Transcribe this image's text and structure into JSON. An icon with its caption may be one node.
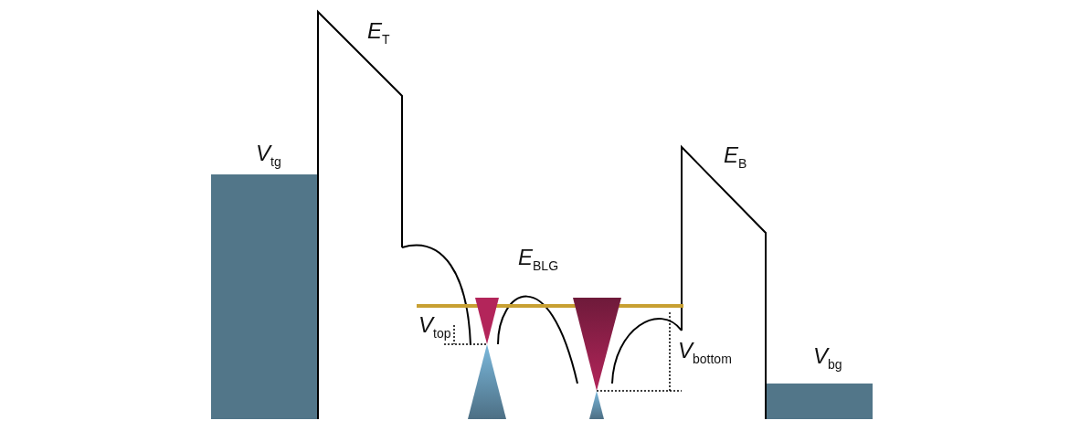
{
  "diagram": {
    "labels": [
      "*E*$_{T}$",
      "*V*$_{tg}$",
      "*E*$_{B}$",
      "*E*$_{BLG}$",
      "*V*$_{top}$",
      "*V*$_{bottom}$",
      "*V*$_{bg}$"
    ]
  }
}
